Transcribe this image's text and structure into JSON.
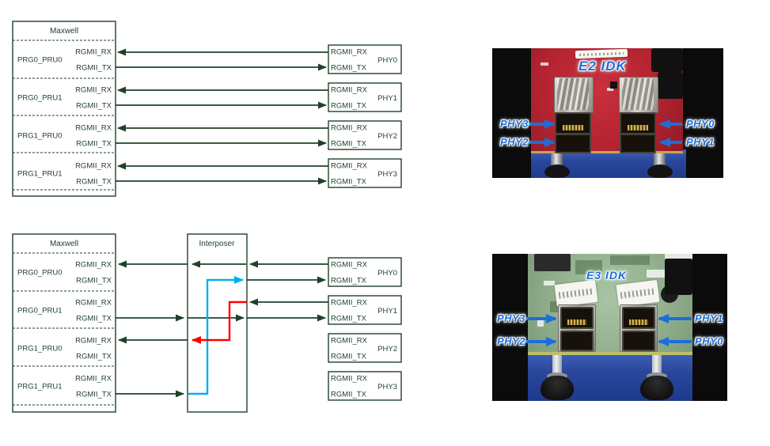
{
  "colors": {
    "diagram_green": "#1e4229",
    "wire_cyan": "#00b0f0",
    "wire_red": "#ff0000",
    "photo_label_blue": "#1a6fd9"
  },
  "top_diagram": {
    "maxwell_title": "Maxwell",
    "rows": [
      {
        "label": "PRG0_PRU0",
        "rx": "RGMII_RX",
        "tx": "RGMII_TX"
      },
      {
        "label": "PRG0_PRU1",
        "rx": "RGMII_RX",
        "tx": "RGMII_TX"
      },
      {
        "label": "PRG1_PRU0",
        "rx": "RGMII_RX",
        "tx": "RGMII_TX"
      },
      {
        "label": "PRG1_PRU1",
        "rx": "RGMII_RX",
        "tx": "RGMII_TX"
      }
    ],
    "phys": [
      {
        "name": "PHY0",
        "rx": "RGMII_RX",
        "tx": "RGMII_TX"
      },
      {
        "name": "PHY1",
        "rx": "RGMII_RX",
        "tx": "RGMII_TX"
      },
      {
        "name": "PHY2",
        "rx": "RGMII_RX",
        "tx": "RGMII_TX"
      },
      {
        "name": "PHY3",
        "rx": "RGMII_RX",
        "tx": "RGMII_TX"
      }
    ]
  },
  "bottom_diagram": {
    "maxwell_title": "Maxwell",
    "interposer_title": "Interposer",
    "rows": [
      {
        "label": "PRG0_PRU0",
        "rx": "RGMII_RX",
        "tx": "RGMII_TX"
      },
      {
        "label": "PRG0_PRU1",
        "rx": "RGMII_RX",
        "tx": "RGMII_TX"
      },
      {
        "label": "PRG1_PRU0",
        "rx": "RGMII_RX",
        "tx": "RGMII_TX"
      },
      {
        "label": "PRG1_PRU1",
        "rx": "RGMII_RX",
        "tx": "RGMII_TX"
      }
    ],
    "phys": [
      {
        "name": "PHY0",
        "rx": "RGMII_RX",
        "tx": "RGMII_TX"
      },
      {
        "name": "PHY1",
        "rx": "RGMII_RX",
        "tx": "RGMII_TX"
      },
      {
        "name": "PHY2",
        "rx": "RGMII_RX",
        "tx": "RGMII_TX"
      },
      {
        "name": "PHY3",
        "rx": "RGMII_RX",
        "tx": "RGMII_TX"
      }
    ]
  },
  "e2_photo": {
    "board_title": "E2 IDK",
    "left_port_labels": [
      "PHY3",
      "PHY2"
    ],
    "right_port_labels": [
      "PHY0",
      "PHY1"
    ]
  },
  "e3_photo": {
    "board_title": "E3 IDK",
    "left_port_labels": [
      "PHY3",
      "PHY2"
    ],
    "right_port_labels": [
      "PHY1",
      "PHY0"
    ]
  }
}
